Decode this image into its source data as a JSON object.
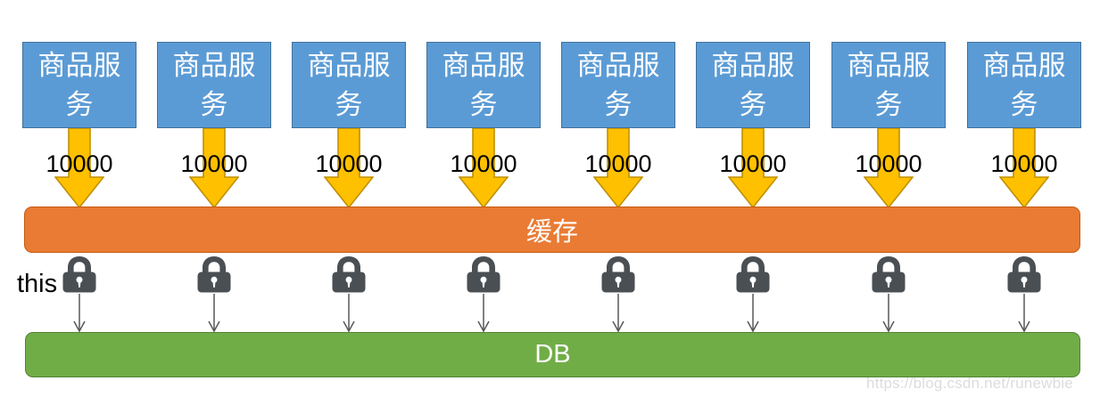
{
  "diagram": {
    "title": "Cache stampede / distributed lock diagram",
    "colors": {
      "service_fill": "#5B9BD5",
      "service_border": "#41719C",
      "arrow_fill": "#FFC000",
      "arrow_border": "#BF9000",
      "cache_fill": "#E97B34",
      "cache_border": "#C55A11",
      "db_fill": "#70AD47",
      "db_border": "#548235",
      "lock_fill": "#4A4F54",
      "text_dark": "#000000",
      "text_light": "#FFFFFF",
      "watermark": "#DCDCDC"
    },
    "services": [
      {
        "label": "商品服务",
        "count": "10000"
      },
      {
        "label": "商品服务",
        "count": "10000"
      },
      {
        "label": "商品服务",
        "count": "10000"
      },
      {
        "label": "商品服务",
        "count": "10000"
      },
      {
        "label": "商品服务",
        "count": "10000"
      },
      {
        "label": "商品服务",
        "count": "10000"
      },
      {
        "label": "商品服务",
        "count": "10000"
      },
      {
        "label": "商品服务",
        "count": "10000"
      }
    ],
    "cache": {
      "label": "缓存"
    },
    "database": {
      "label": "DB"
    },
    "annotation": {
      "label": "this"
    },
    "locks": [
      {
        "name": "lock-1"
      },
      {
        "name": "lock-2"
      },
      {
        "name": "lock-3"
      },
      {
        "name": "lock-4"
      },
      {
        "name": "lock-5"
      },
      {
        "name": "lock-6"
      },
      {
        "name": "lock-7"
      },
      {
        "name": "lock-8"
      }
    ],
    "watermark": {
      "text": "https://blog.csdn.net/runewbie"
    }
  }
}
